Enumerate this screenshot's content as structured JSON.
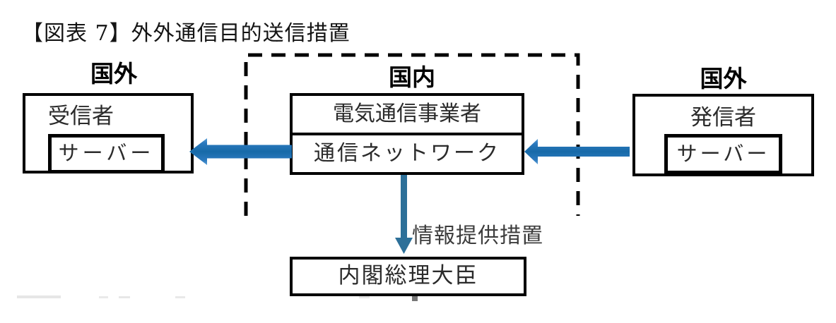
{
  "title": "【図表 7】外外通信目的送信措置",
  "region_labels": {
    "overseas_left": "国外",
    "domestic": "国内",
    "overseas_right": "国外"
  },
  "nodes": {
    "receiver": "受信者",
    "receiver_server": "サーバー",
    "carrier": "電気通信事業者",
    "network": "通信ネットワーク",
    "sender": "発信者",
    "sender_server": "サーバー",
    "minister": "内閣総理大臣"
  },
  "annotations": {
    "info_provision": "情報提供措置"
  },
  "colors": {
    "arrow_edge": "#5c9fd6",
    "arrow_main": "#2b79be",
    "arrow_core": "#176aa8",
    "down_arrow": "#2d7099",
    "line": "#000000"
  }
}
